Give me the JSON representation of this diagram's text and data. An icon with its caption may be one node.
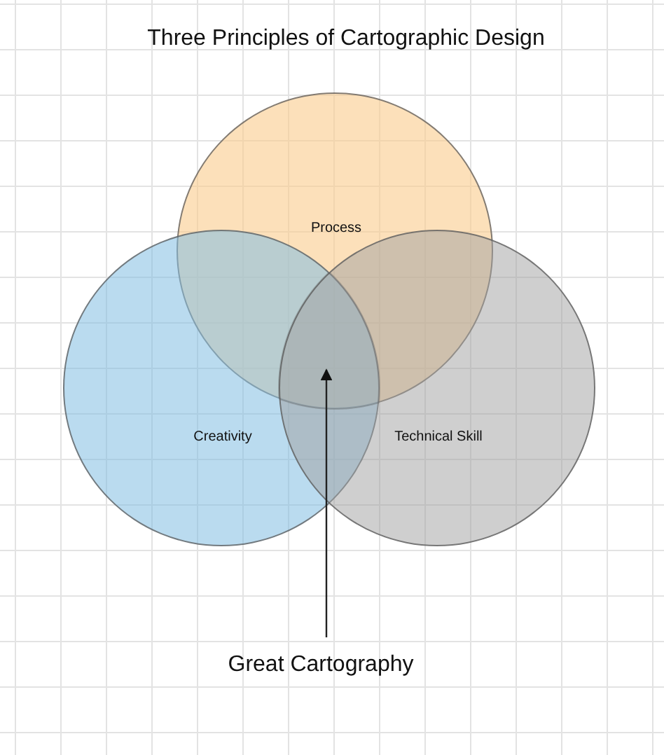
{
  "diagram": {
    "title": "Three Principles of Cartographic Design",
    "nodes": [
      {
        "text": [
          "Process"
        ]
      },
      {
        "text": [
          "Creativity"
        ]
      },
      {
        "text": [
          "Technical Skill"
        ]
      },
      {
        "text": [
          "Great Cartography"
        ]
      },
      {
        "text": [],
        "shape": "region"
      }
    ],
    "edges": [
      {
        "from": 3,
        "to": 4,
        "arrow": "to"
      }
    ]
  }
}
